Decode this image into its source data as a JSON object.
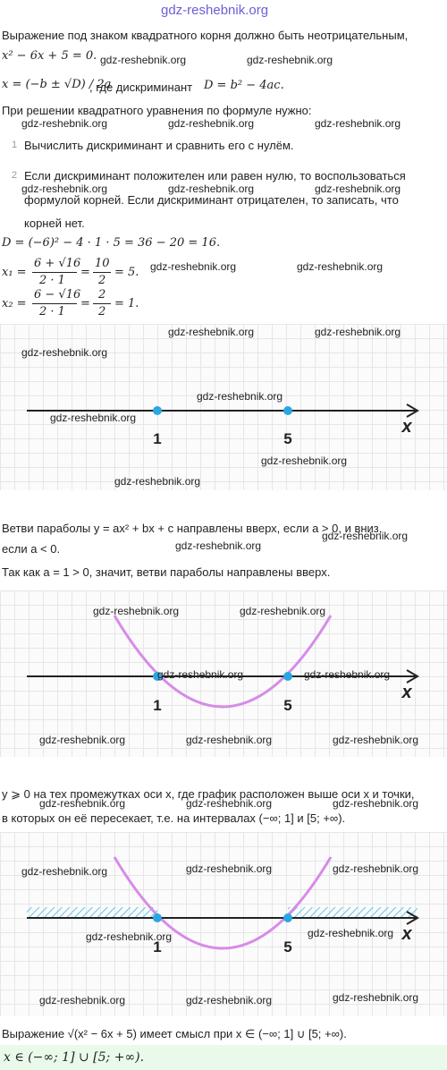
{
  "site": "gdz-reshebnik.org",
  "watermark": "gdz-reshebnik.org",
  "intro": {
    "line1": "Выражение под знаком квадратного корня должно быть неотрицательным,",
    "equation": "x² − 6x + 5 = 0.",
    "formula": "x = (−b ± √D) / 2a",
    "formula_tail": ", где дискриминант",
    "discriminant": "D = b² − 4ac."
  },
  "steps": {
    "intro": "При решении квадратного уравнения по формуле нужно:",
    "items": [
      {
        "num": "1",
        "text": "Вычислить дискриминант и сравнить его с нулём."
      },
      {
        "num": "2",
        "text_line1": "Если дискриминант положителен или равен нулю, то воспользоваться",
        "text_line2": "формулой корней. Если дискриминант отрицателен, то записать, что",
        "text_line3": "корней нет."
      }
    ]
  },
  "calc": {
    "D": "D = (−6)² − 4 · 1 · 5 = 36 − 20 = 16.",
    "x1_label": "x₁ =",
    "x1_num": "6 + √16",
    "x1_den": "2 · 1",
    "x1_mid_num": "10",
    "x1_mid_den": "2",
    "x1_result": "= 5.",
    "x2_label": "x₂ =",
    "x2_num": "6 − √16",
    "x2_den": "2 · 1",
    "x2_mid_num": "2",
    "x2_mid_den": "2",
    "x2_result": "= 1."
  },
  "graphs": {
    "axis_label": "x",
    "point1": "1",
    "point2": "5",
    "parabola_color": "#d78be8",
    "point_color": "#2aa7e0",
    "hatch_color": "#5bc8e8"
  },
  "text_branches": {
    "line1": "Ветви параболы y = ax² + bx + c направлены вверх, если a > 0, и вниз,",
    "line2": "если a < 0.",
    "line3": "Так как a = 1 > 0, значит, ветви параболы направлены вверх."
  },
  "text_intervals": {
    "line1": "y ⩾ 0 на тех промежутках оси x, где график расположен выше оси x и точки,",
    "line2": "в которых он её пересекает, т.е. на интервалах (−∞; 1] и [5; +∞)."
  },
  "conclusion": {
    "text": "Выражение √(x² − 6x + 5) имеет смысл при x ∈ (−∞; 1] ∪ [5; +∞).",
    "answer": "x ∈ (−∞; 1] ∪ [5; +∞)."
  }
}
